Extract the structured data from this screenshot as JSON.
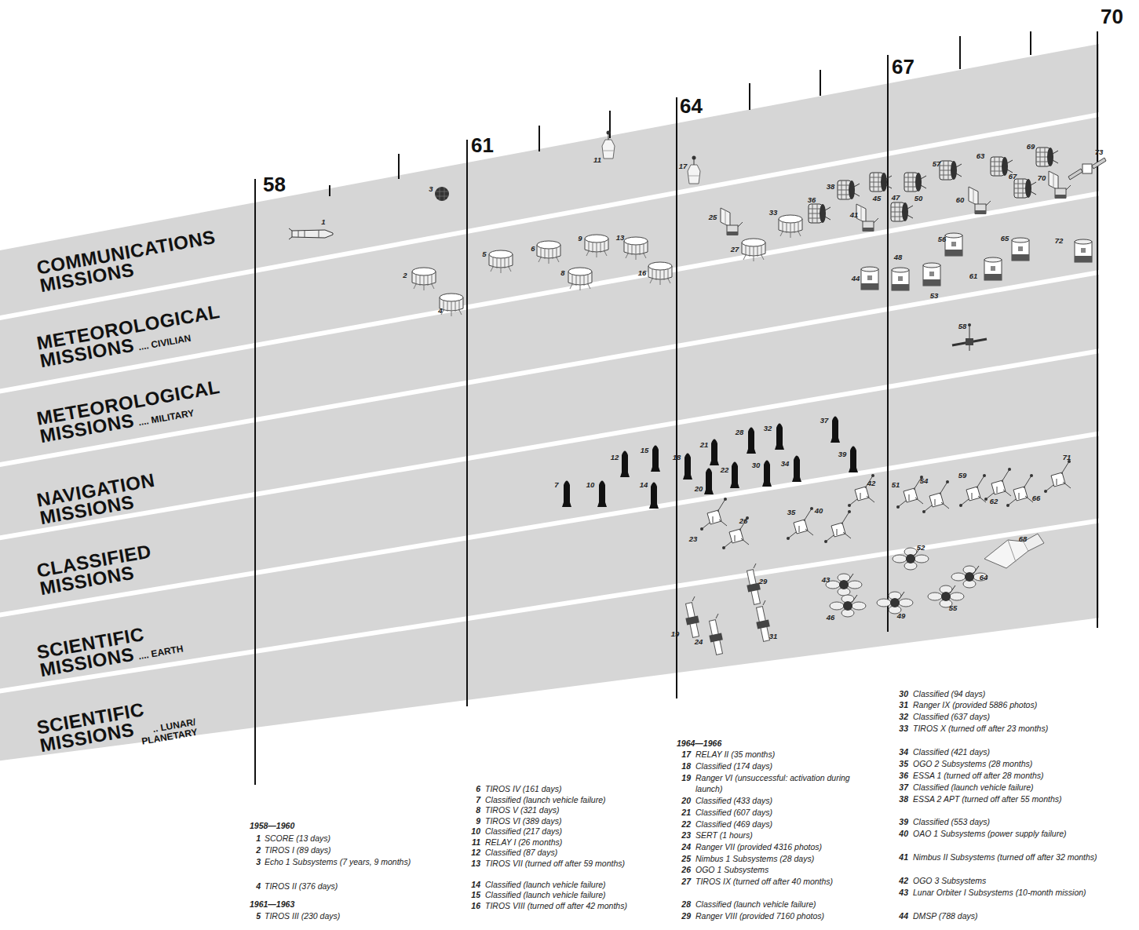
{
  "diagram": {
    "nodes": [
      {
        "text": [
          "COMMUNICATIONS MISSIONS"
        ]
      },
      {
        "text": [
          "METEOROLOGICAL MISSIONS",
          ".... CIVILIAN"
        ]
      },
      {
        "text": [
          "METEOROLOGICAL MISSIONS",
          ".... MILITARY"
        ]
      },
      {
        "text": [
          "NAVIGATION MISSIONS"
        ]
      },
      {
        "text": [
          "CLASSIFIED MISSIONS"
        ]
      },
      {
        "text": [
          "SCIENTIFIC MISSIONS",
          ".... EARTH"
        ]
      },
      {
        "text": [
          "SCIENTIFIC MISSIONS",
          ".. LUNAR/ PLANETARY"
        ]
      }
    ],
    "labels": [
      "58",
      "61",
      "64",
      "67",
      "70",
      "1",
      "2",
      "3",
      "4",
      "5",
      "6",
      "7",
      "8",
      "9",
      "10",
      "11",
      "12",
      "13",
      "14",
      "15",
      "16",
      "17",
      "18",
      "19",
      "20",
      "21",
      "22",
      "23",
      "24",
      "25",
      "26",
      "27",
      "28",
      "29",
      "30",
      "31",
      "32",
      "33",
      "34",
      "35",
      "36",
      "37",
      "38",
      "39",
      "40",
      "41",
      "42",
      "43",
      "44",
      "45",
      "46",
      "47",
      "48",
      "49",
      "50",
      "51",
      "52",
      "53",
      "54",
      "55",
      "56",
      "57",
      "58",
      "59",
      "60",
      "61",
      "62",
      "63",
      "64",
      "65",
      "66",
      "67",
      "68",
      "69",
      "70",
      "71",
      "72",
      "73",
      "1958—1960",
      "1",
      "SCORE (13 days)",
      "2",
      "TIROS I (89 days)",
      "3",
      "Echo 1 Subsystems (7 years, 9 months)",
      "4",
      "TIROS II (376 days)",
      "1961—1963",
      "5",
      "TIROS III (230 days)",
      "6",
      "TIROS IV (161 days)",
      "7",
      "Classified (launch vehicle failure)",
      "8",
      "TIROS V (321 days)",
      "9",
      "TIROS VI (389 days)",
      "10",
      "Classified (217 days)",
      "11",
      "RELAY I (26 months)",
      "12",
      "Classified (87 days)",
      "13",
      "TIROS VII (turned off after 59 months)",
      "14",
      "Classified (launch vehicle failure)",
      "15",
      "Classified (launch vehicle failure)",
      "16",
      "TIROS VIII (turned off after 42 months)",
      "1964—1966",
      "17",
      "RELAY II (35 months)",
      "18",
      "Classified (174 days)",
      "19",
      "Ranger VI (unsuccessful: activation during launch)",
      "20",
      "Classified (433 days)",
      "21",
      "Classified (607 days)",
      "22",
      "Classified (469 days)",
      "23",
      "SERT (1 hours)",
      "24",
      "Ranger VII (provided 4316 photos)",
      "25",
      "Nimbus 1 Subsystems (28 days)",
      "26",
      "OGO 1 Subsystems",
      "27",
      "TIROS IX (turned off after 40 months)",
      "28",
      "Classified (launch vehicle failure)",
      "29",
      "Ranger VIII (provided 7160 photos)",
      "30",
      "Classified (94 days)",
      "31",
      "Ranger IX (provided 5886 photos)",
      "32",
      "Classified (637 days)",
      "33",
      "TIROS X (turned off after 23 months)",
      "34",
      "Classified (421 days)",
      "35",
      "OGO 2 Subsystems (28 months)",
      "36",
      "ESSA 1 (turned off after 28 months)",
      "37",
      "Classified (launch vehicle failure)",
      "38",
      "ESSA 2 APT (turned off after 55 months)",
      "39",
      "Classified (553 days)",
      "40",
      "OAO 1 Subsystems (power supply failure)",
      "41",
      "Nimbus II Subsystems (turned off after 32 months)",
      "42",
      "OGO 3 Subsystems",
      "43",
      "Lunar Orbiter I Subsystems (10-month mission)",
      "44",
      "DMSP (788 days)"
    ]
  }
}
